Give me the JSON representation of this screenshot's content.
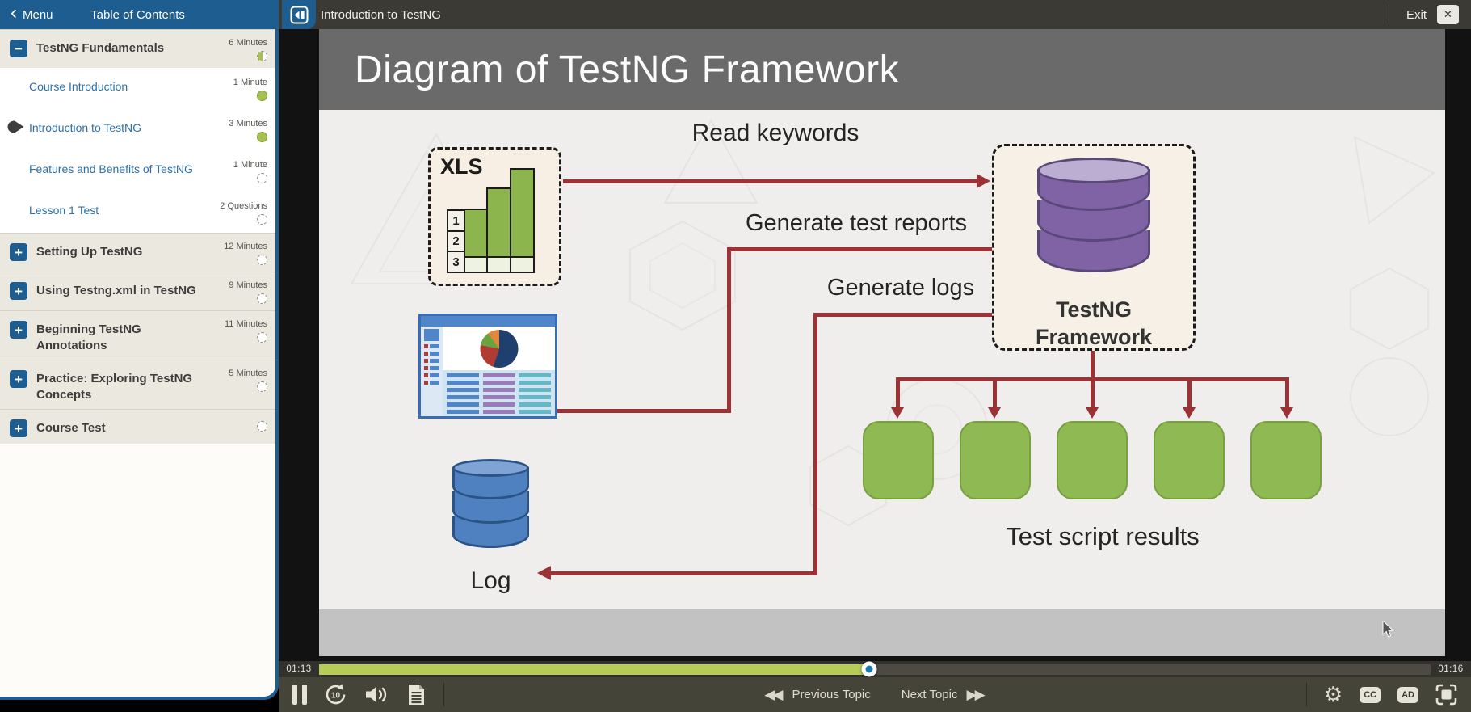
{
  "sidebar": {
    "back_glyph": "‹",
    "menu_label": "Menu",
    "title": "Table of Contents",
    "sections": [
      {
        "label": "TestNG Fundamentals",
        "duration": "6 Minutes",
        "expander_glyph": "−",
        "status": "in-progress",
        "items": [
          {
            "label": "Course Introduction",
            "duration": "1 Minute",
            "status": "completed"
          },
          {
            "label": "Introduction to TestNG",
            "duration": "3 Minutes",
            "status": "completed",
            "current": true
          },
          {
            "label": "Features and Benefits of TestNG",
            "duration": "1 Minute",
            "status": "not-started"
          },
          {
            "label": "Lesson 1 Test",
            "duration": "2 Questions",
            "status": "not-started"
          }
        ]
      },
      {
        "label": "Setting Up TestNG",
        "duration": "12 Minutes",
        "expander_glyph": "+",
        "status": "not-started"
      },
      {
        "label": "Using Testng.xml in TestNG",
        "duration": "9 Minutes",
        "expander_glyph": "+",
        "status": "not-started"
      },
      {
        "label": "Beginning TestNG Annotations",
        "duration": "11 Minutes",
        "expander_glyph": "+",
        "status": "not-started"
      },
      {
        "label": "Practice: Exploring TestNG Concepts",
        "duration": "5 Minutes",
        "expander_glyph": "+",
        "status": "not-started"
      },
      {
        "label": "Course Test",
        "duration": "",
        "expander_glyph": "+",
        "status": "not-started"
      }
    ]
  },
  "player": {
    "title": "Introduction to TestNG",
    "exit_label": "Exit",
    "icons": {
      "exit_close": "✕",
      "settings_gear": "⚙",
      "prev": "◀◀",
      "next": "▶▶"
    },
    "slide": {
      "title": "Diagram of TestNG Framework",
      "xls": {
        "label": "XLS",
        "row_numbers": [
          "1",
          "2",
          "3"
        ]
      },
      "labels": {
        "read_keywords": "Read keywords",
        "generate_reports": "Generate test reports",
        "generate_logs": "Generate logs",
        "framework_line1": "TestNG",
        "framework_line2": "Framework",
        "log": "Log",
        "results": "Test script results"
      },
      "results_count": 5
    },
    "timeline": {
      "current_time": "01:13",
      "end_time": "01:16",
      "progress_percent": 49.5
    },
    "controls": {
      "rewind_amount": "10",
      "previous_label": "Previous Topic",
      "next_label": "Next Topic",
      "cc_label": "CC",
      "ad_label": "AD"
    }
  },
  "colors": {
    "accent_blue": "#1d5d90",
    "link_blue": "#2e71a8",
    "progress_green": "#b6cc59",
    "status_green": "#a6c24d",
    "arrow_red": "#9c3136",
    "result_green": "#8fb952",
    "framework_purple": "#7f63a5",
    "log_blue": "#4f81c0"
  }
}
